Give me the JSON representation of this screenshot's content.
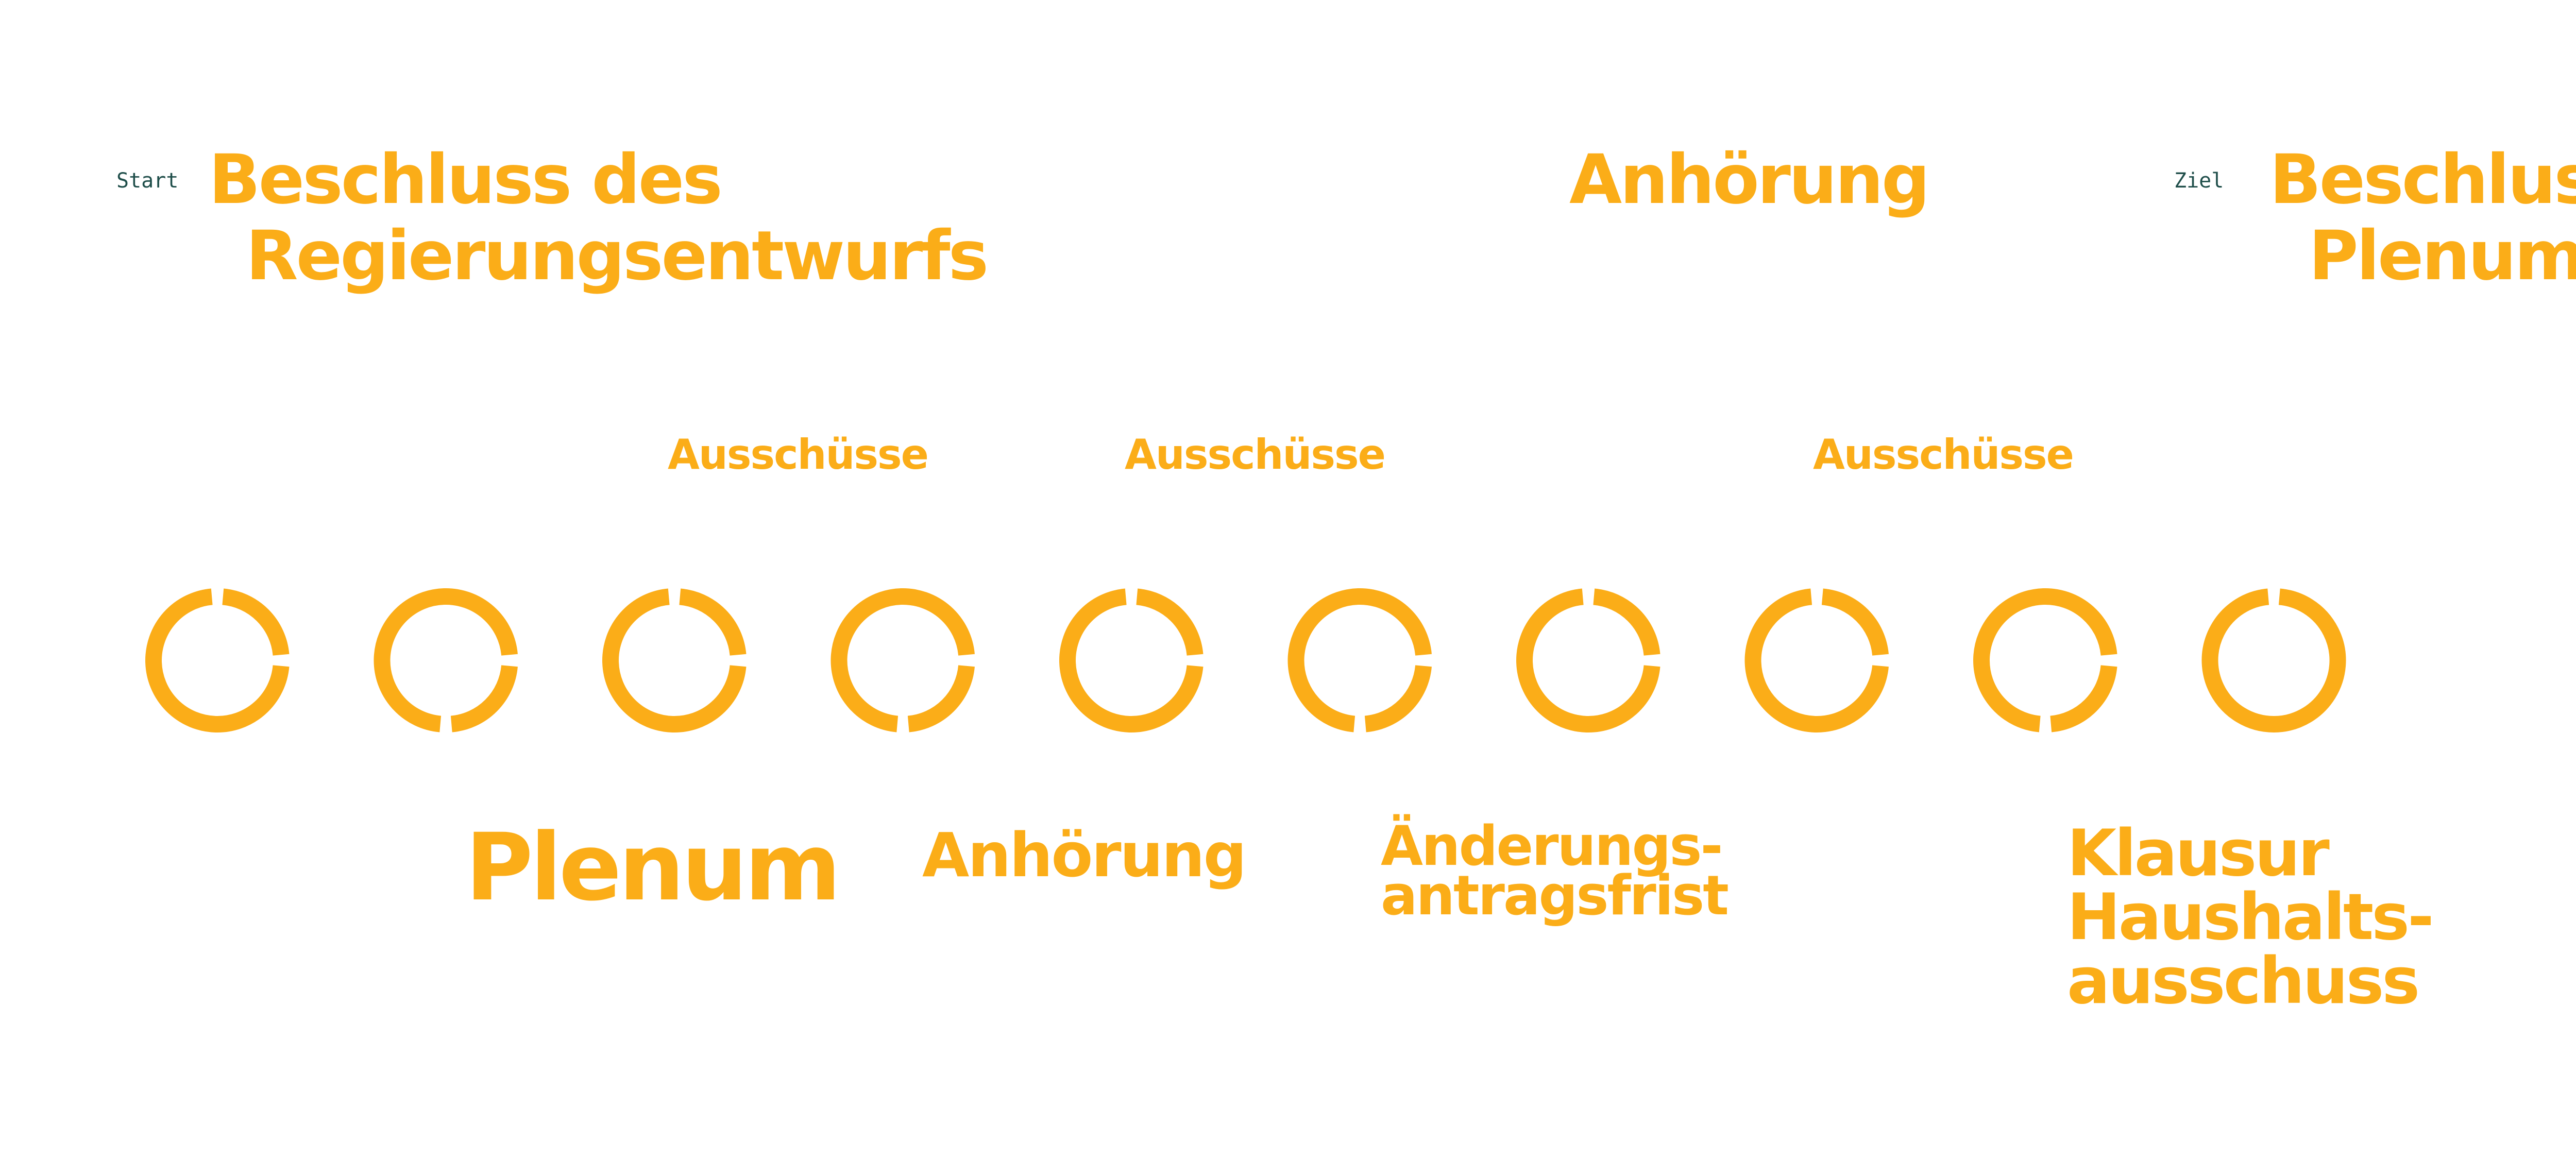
{
  "colors": {
    "accent": "#FBAD18",
    "tag": "#1F4E4A"
  },
  "tags": {
    "start": "Start",
    "end": "Ziel"
  },
  "top_labels": {
    "beschluss_line1": "Beschluss des",
    "beschluss_line2": "Regierungsentwurfs",
    "anhoerung": "Anhörung",
    "ziel_line1": "Beschluss",
    "ziel_line2": "Plenum"
  },
  "middle_labels": {
    "ausschuesse_1": "Ausschüsse",
    "ausschuesse_2": "Ausschüsse",
    "ausschuesse_3": "Ausschüsse"
  },
  "bottom_labels": {
    "plenum": "Plenum",
    "anhoerung": "Anhörung",
    "aenderung_line1": "Änderungs-",
    "aenderung_line2": "antragsfrist",
    "klausur_line1": "Klausur",
    "klausur_line2": "Haushalts-",
    "klausur_line3": "ausschuss"
  },
  "timeline": {
    "steps": [
      {
        "gaps": [
          "top",
          "right"
        ]
      },
      {
        "gaps": [
          "right",
          "bottom"
        ]
      },
      {
        "gaps": [
          "top",
          "right"
        ]
      },
      {
        "gaps": [
          "right",
          "bottom"
        ]
      },
      {
        "gaps": [
          "top",
          "right"
        ]
      },
      {
        "gaps": [
          "right",
          "bottom"
        ]
      },
      {
        "gaps": [
          "top",
          "right"
        ]
      },
      {
        "gaps": [
          "top",
          "right"
        ]
      },
      {
        "gaps": [
          "right",
          "bottom"
        ]
      },
      {
        "gaps": [
          "top"
        ]
      }
    ]
  }
}
